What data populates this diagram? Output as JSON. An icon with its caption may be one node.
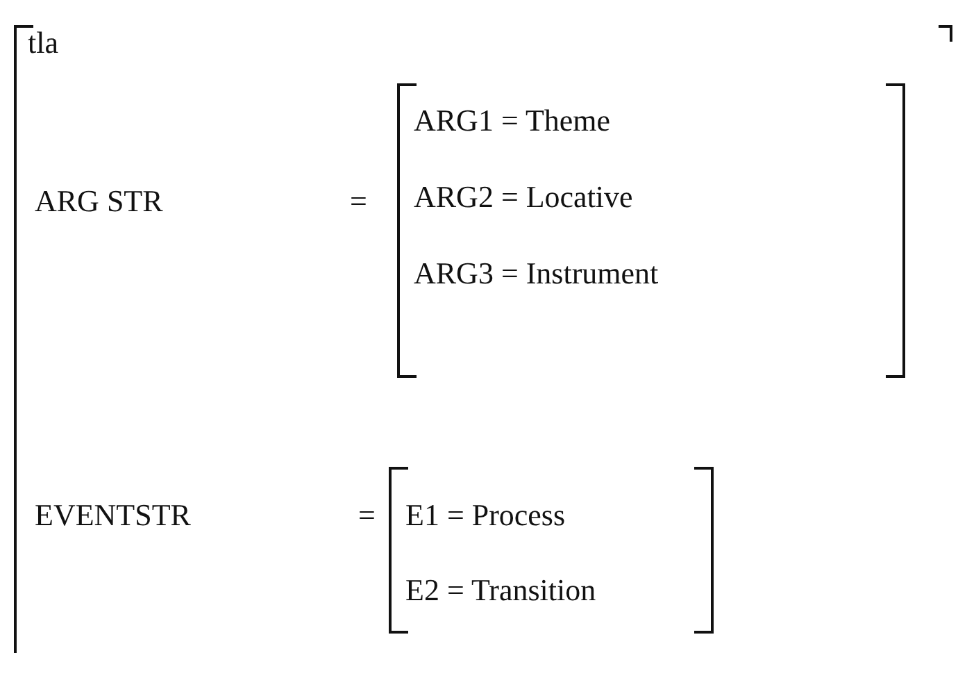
{
  "diagram": {
    "nodes": [
      {
        "text": [
          "tla"
        ]
      },
      {
        "text": [
          "ARG1 = Theme",
          "ARG2 = Locative",
          "ARG3 = Instrument"
        ],
        "in": 0
      },
      {
        "text": [
          "E1 = Process",
          "E2 = Transition"
        ],
        "in": 0
      }
    ],
    "labels": [
      "ARG STR",
      "=",
      "EVENTSTR",
      "="
    ]
  }
}
